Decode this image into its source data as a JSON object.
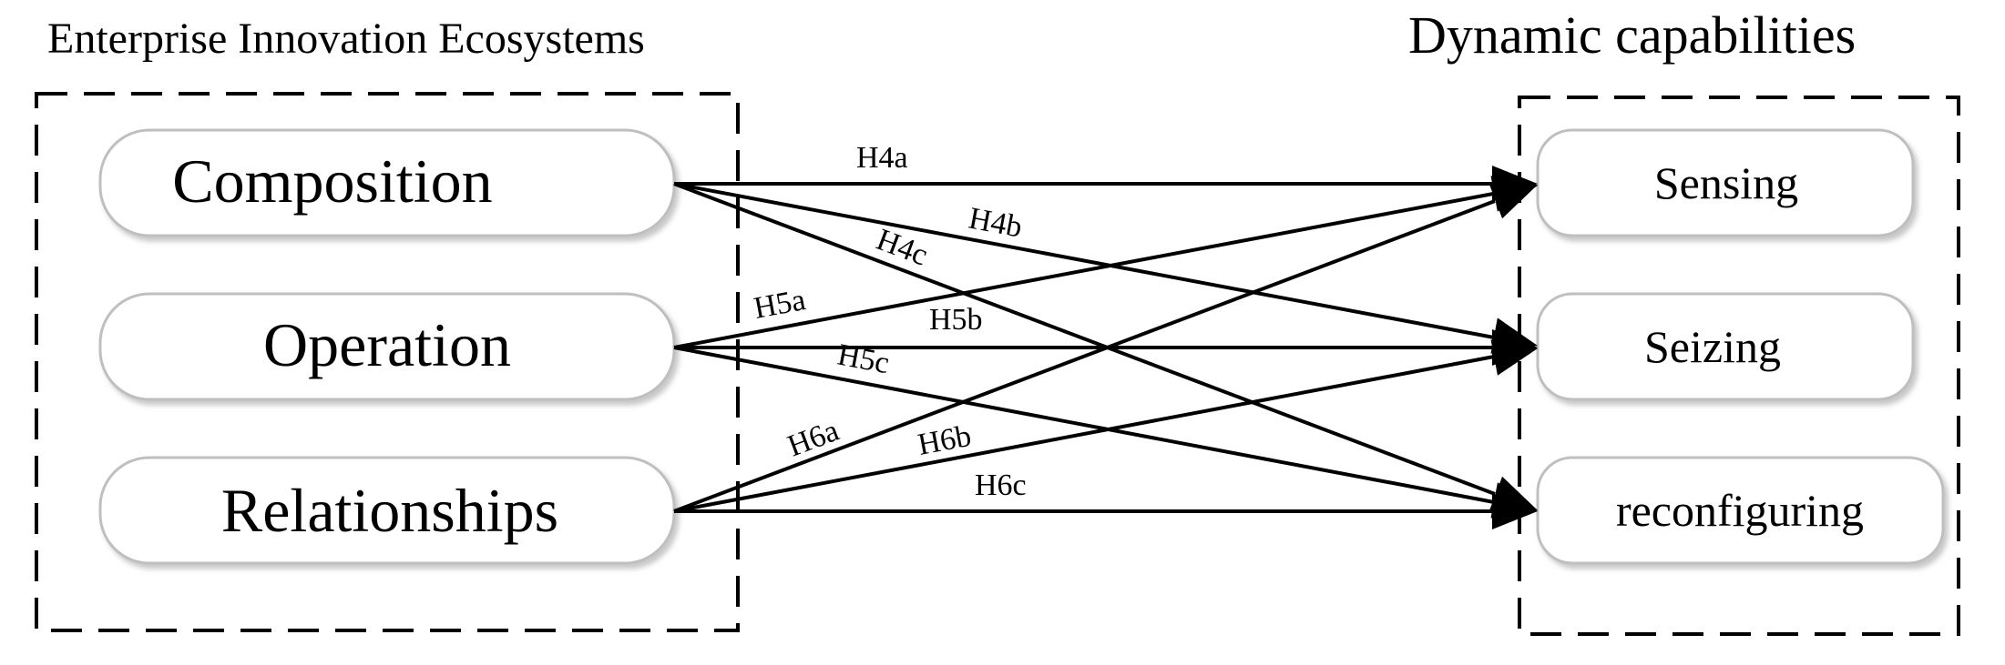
{
  "left_group": {
    "title": "Enterprise Innovation Ecosystems",
    "nodes": [
      {
        "id": "composition",
        "label": "Composition"
      },
      {
        "id": "operation",
        "label": "Operation"
      },
      {
        "id": "relationships",
        "label": "Relationships"
      }
    ]
  },
  "right_group": {
    "title": "Dynamic capabilities",
    "nodes": [
      {
        "id": "sensing",
        "label": "Sensing"
      },
      {
        "id": "seizing",
        "label": "Seizing"
      },
      {
        "id": "reconfiguring",
        "label": "reconfiguring"
      }
    ]
  },
  "edges": [
    {
      "from": "composition",
      "to": "sensing",
      "label": "H4a"
    },
    {
      "from": "composition",
      "to": "seizing",
      "label": "H4b"
    },
    {
      "from": "composition",
      "to": "reconfiguring",
      "label": "H4c"
    },
    {
      "from": "operation",
      "to": "sensing",
      "label": "H5a"
    },
    {
      "from": "operation",
      "to": "seizing",
      "label": "H5b"
    },
    {
      "from": "operation",
      "to": "reconfiguring",
      "label": "H5c"
    },
    {
      "from": "relationships",
      "to": "sensing",
      "label": "H6a"
    },
    {
      "from": "relationships",
      "to": "seizing",
      "label": "H6b"
    },
    {
      "from": "relationships",
      "to": "reconfiguring",
      "label": "H6c"
    }
  ]
}
